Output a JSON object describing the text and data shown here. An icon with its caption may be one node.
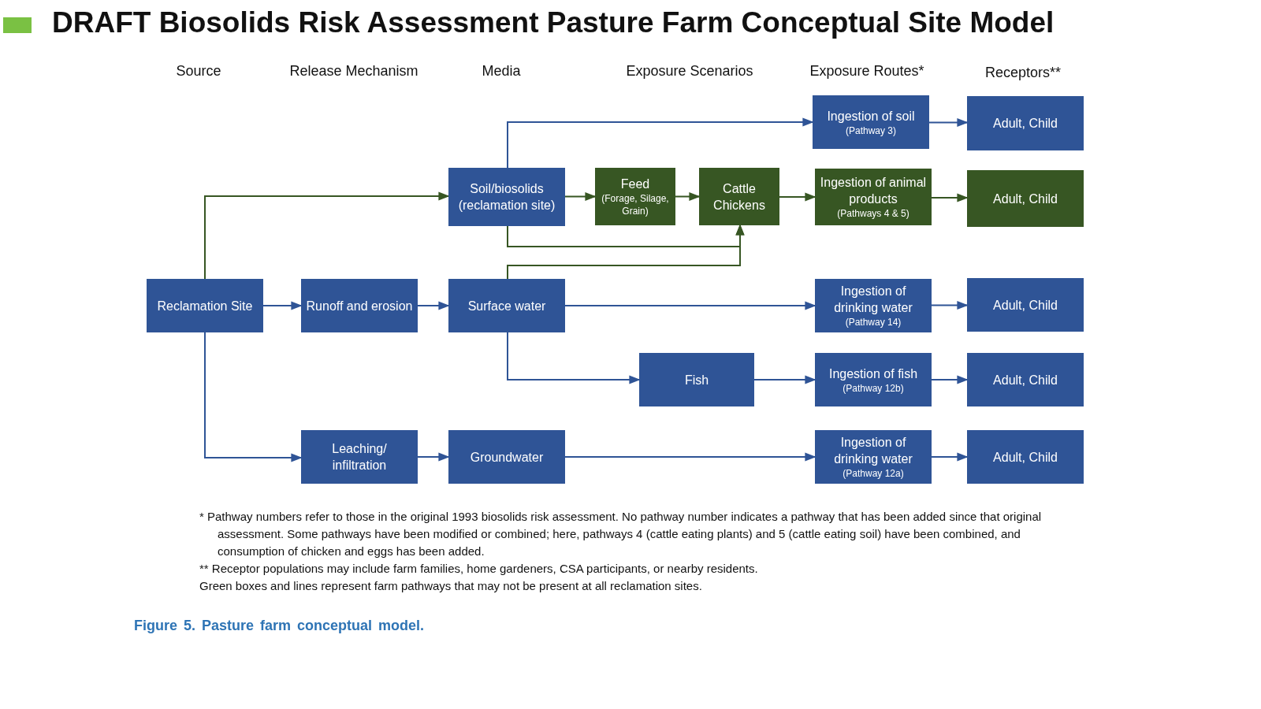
{
  "diagram": {
    "title": "DRAFT Biosolids Risk Assessment Pasture Farm Conceptual Site Model",
    "caption": "Figure 5. Pasture farm conceptual model.",
    "nodes": [
      {
        "text": [
          "Reclamation Site"
        ]
      },
      {
        "text": [
          "Runoff and erosion"
        ]
      },
      {
        "text": [
          "Leaching/ infiltration"
        ]
      },
      {
        "text": [
          "Soil/biosolids (reclamation site)"
        ]
      },
      {
        "text": [
          "Surface water"
        ]
      },
      {
        "text": [
          "Groundwater"
        ]
      },
      {
        "text": [
          "Feed",
          "(Forage, Silage, Grain)"
        ]
      },
      {
        "text": [
          "Cattle Chickens"
        ]
      },
      {
        "text": [
          "Fish"
        ]
      },
      {
        "text": [
          "Ingestion of soil",
          "(Pathway 3)"
        ]
      },
      {
        "text": [
          "Ingestion of animal products",
          "(Pathways 4 & 5)"
        ]
      },
      {
        "text": [
          "Ingestion of drinking water",
          "(Pathway 14)"
        ]
      },
      {
        "text": [
          "Ingestion of fish",
          "(Pathway 12b)"
        ]
      },
      {
        "text": [
          "Ingestion of drinking water",
          "(Pathway 12a)"
        ]
      },
      {
        "text": [
          "Adult, Child"
        ]
      },
      {
        "text": [
          "Adult, Child"
        ]
      },
      {
        "text": [
          "Adult, Child"
        ]
      },
      {
        "text": [
          "Adult, Child"
        ]
      },
      {
        "text": [
          "Adult, Child"
        ]
      }
    ],
    "edges": [
      {
        "from": 0,
        "to": 3,
        "arrow": "to",
        "color": "#375623"
      },
      {
        "from": 0,
        "to": 1,
        "arrow": "to"
      },
      {
        "from": 0,
        "to": 2,
        "arrow": "to"
      },
      {
        "from": 1,
        "to": 4,
        "arrow": "to"
      },
      {
        "from": 2,
        "to": 5,
        "arrow": "to"
      },
      {
        "from": 3,
        "to": 9,
        "arrow": "to"
      },
      {
        "from": 3,
        "to": 6,
        "arrow": "to",
        "color": "#375623"
      },
      {
        "from": 6,
        "to": 7,
        "arrow": "to",
        "color": "#375623"
      },
      {
        "from": 7,
        "to": 10,
        "arrow": "to",
        "color": "#375623"
      },
      {
        "from": 3,
        "to": 7,
        "arrow": "to",
        "color": "#375623"
      },
      {
        "from": 4,
        "to": 7,
        "arrow": "to",
        "color": "#375623"
      },
      {
        "from": 4,
        "to": 11,
        "arrow": "to"
      },
      {
        "from": 4,
        "to": 8,
        "arrow": "to"
      },
      {
        "from": 5,
        "to": 13,
        "arrow": "to"
      },
      {
        "from": 8,
        "to": 12,
        "arrow": "to"
      },
      {
        "from": 9,
        "to": 14,
        "arrow": "to"
      },
      {
        "from": 10,
        "to": 15,
        "arrow": "to",
        "color": "#375623"
      },
      {
        "from": 11,
        "to": 16,
        "arrow": "to"
      },
      {
        "from": 12,
        "to": 17,
        "arrow": "to"
      },
      {
        "from": 13,
        "to": 18,
        "arrow": "to"
      }
    ],
    "labels": [
      "Source",
      "Release Mechanism",
      "Media",
      "Exposure Scenarios",
      "Exposure Routes*",
      "Receptors**",
      "* Pathway numbers refer to those in the original 1993 biosolids risk assessment. No pathway number indicates a pathway that has been added since that original assessment. Some pathways have been modified or combined; here, pathways 4 (cattle eating plants) and 5 (cattle eating soil) have been combined, and consumption of chicken and eggs has been added.",
      "** Receptor populations may include farm families, home gardeners, CSA participants, or nearby residents.",
      "Green boxes and lines represent farm pathways that may not be present at all reclamation sites."
    ]
  }
}
